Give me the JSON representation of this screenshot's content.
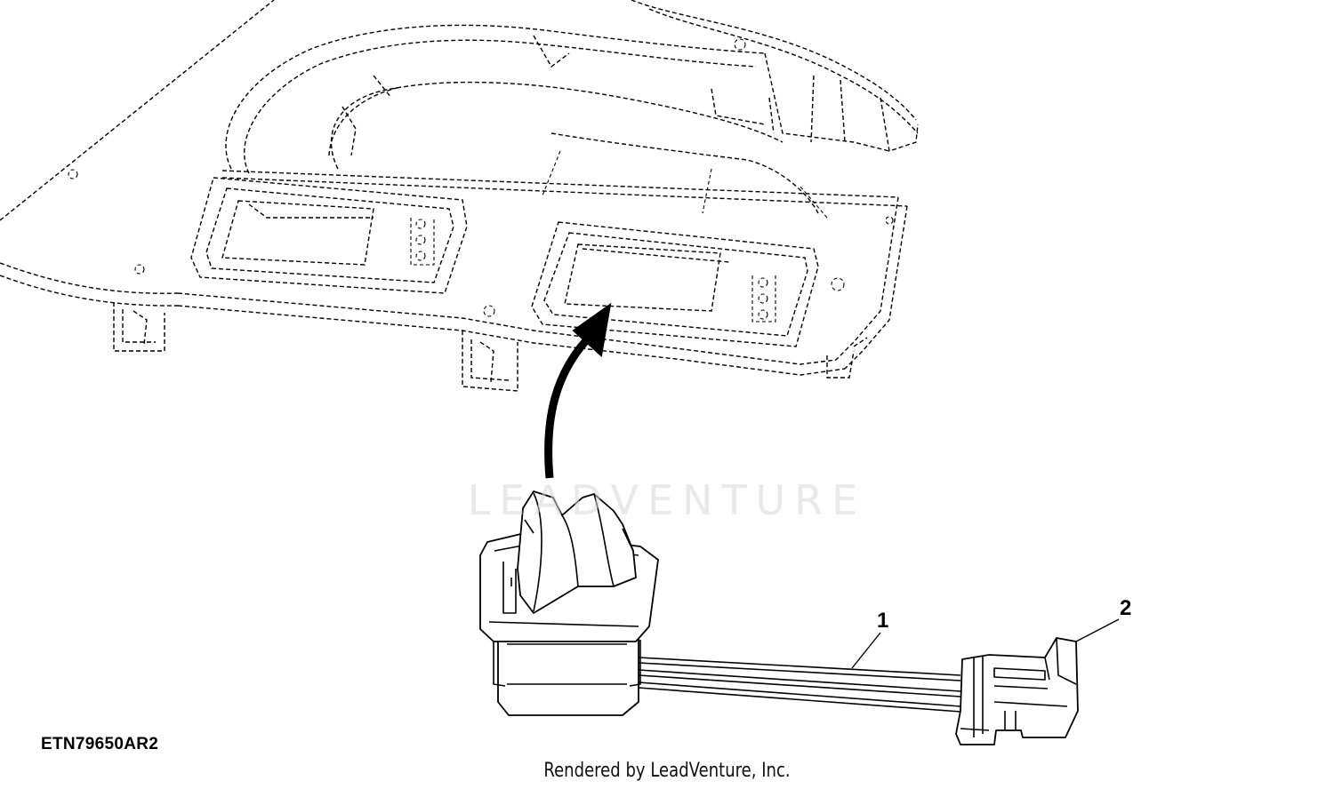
{
  "figure_id": "ETN79650AR2",
  "callouts": {
    "one": "1",
    "two": "2"
  },
  "credit": "Rendered by LeadVenture, Inc.",
  "watermark": "LEADVENTURE",
  "colors": {
    "line": "#000000",
    "background": "#ffffff",
    "watermark": "#d8d8d8"
  }
}
